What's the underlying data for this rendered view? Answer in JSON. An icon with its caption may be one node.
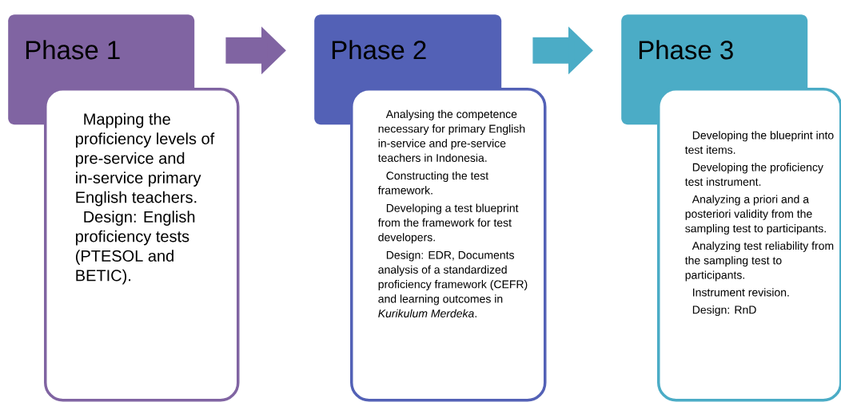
{
  "diagram": {
    "nodes": [
      {
        "text": [
          "Phase 1"
        ]
      },
      {
        "text": [
          "Mapping the proficiency levels of pre-service and in-service primary English teachers.",
          "Design: English proficiency tests (PTESOL and BETIC)."
        ]
      },
      {
        "text": [
          "Phase 2"
        ]
      },
      {
        "text": [
          "Analysing the competence necessary for primary English in-service and pre-service teachers in Indonesia.",
          "Constructing the test framework.",
          "Developing a test blueprint from the framework for test developers.",
          "Design: EDR, Documents analysis of a standardized proficiency framework (CEFR) and learning outcomes in *Kurikulum Merdeka*."
        ]
      },
      {
        "text": [
          "Phase 3"
        ]
      },
      {
        "text": [
          "Developing the blueprint into test items.",
          "Developing the proficiency test instrument.",
          "Analyzing a priori and a posteriori validity from the sampling test to participants.",
          "Analyzing test reliability from the sampling test to participants.",
          "Instrument revision.",
          "Design: RnD"
        ]
      }
    ],
    "edges": [
      {
        "from": 0,
        "to": 2,
        "arrow": "to",
        "color": "#8064a2"
      },
      {
        "from": 2,
        "to": 4,
        "arrow": "to",
        "color": "#4bacc6"
      }
    ]
  }
}
